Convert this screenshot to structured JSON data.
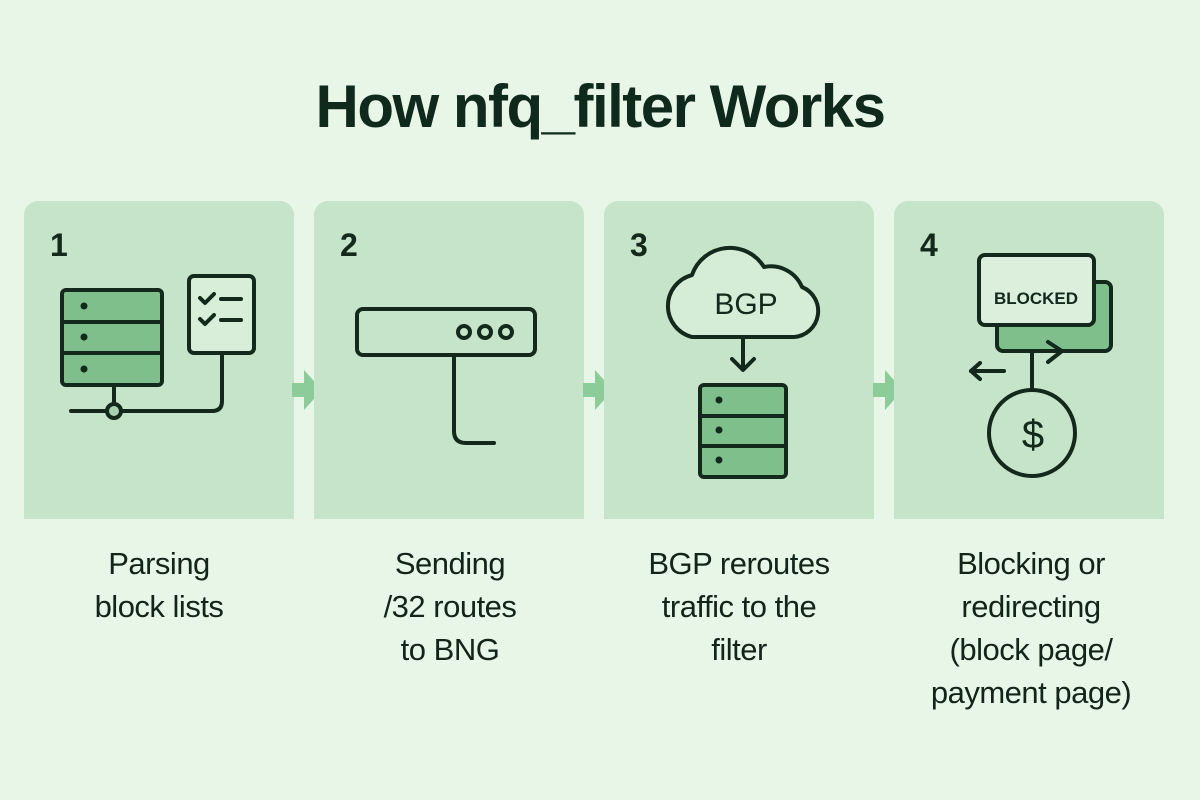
{
  "title": "How nfq_filter Works",
  "colors": {
    "background": "#e8f6e8",
    "panel": "#c5e4c9",
    "icon_fill": "#7fbf8b",
    "icon_stroke": "#13291b",
    "arrow": "#8ccc98"
  },
  "steps": [
    {
      "number": "1",
      "icon": "server-with-checklist-icon",
      "caption_lines": [
        "Parsing",
        "block lists"
      ]
    },
    {
      "number": "2",
      "icon": "router-icon",
      "caption_lines": [
        "Sending",
        "/32 routes",
        "to BNG"
      ]
    },
    {
      "number": "3",
      "icon": "bgp-cloud-to-server-icon",
      "icon_label": "BGP",
      "caption_lines": [
        "BGP reroutes",
        "traffic to the",
        "filter"
      ]
    },
    {
      "number": "4",
      "icon": "blocked-page-redirect-payment-icon",
      "icon_label": "BLOCKED",
      "currency_symbol": "$",
      "caption_lines": [
        "Blocking or",
        "redirecting",
        "(block page/",
        "payment page)"
      ]
    }
  ]
}
